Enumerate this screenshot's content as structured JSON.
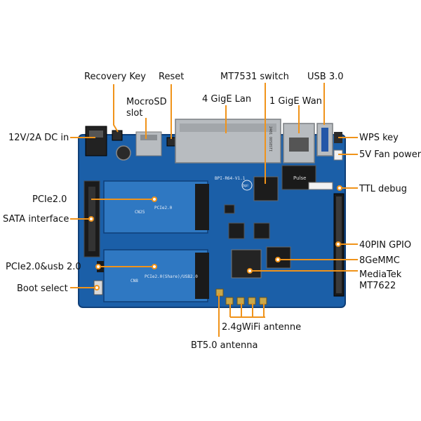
{
  "labels": {
    "recovery_key": "Recovery Key",
    "reset": "Reset",
    "mt7531_switch": "MT7531 switch",
    "usb3": "USB 3.0",
    "microsd_line1": "MocroSD",
    "microsd_line2": "slot",
    "gige_lan": "4 GigE Lan",
    "gige_wan": "1 GigE Wan",
    "dc_in": "12V/2A DC in",
    "wps_key": "WPS key",
    "fan_power": "5V Fan power",
    "ttl_debug": "TTL debug",
    "pcie20": "PCIe2.0",
    "sata": "SATA interface",
    "gpio40": "40PIN GPIO",
    "emmc": "8GeMMC",
    "pcie_usb": "PCIe2.0&usb 2.0",
    "mediatek_line1": "MediaTek",
    "mediatek_line2": "MT7622",
    "boot_select": "Boot select",
    "wifi_antenna": "2.4gWiFi antenne",
    "bt_antenna": "BT5.0 antenna"
  },
  "board_text": {
    "model": "BPI-R64-V1.1",
    "bpi_logo": "bpi",
    "slot_top_name": "CN25",
    "slot_top_spec": "PCIe2.0",
    "slot_bottom_name": "CN8",
    "slot_bottom_spec": "PCIe2.0(Share)/USB2.0",
    "pulse_brand": "Pulse",
    "rj45_code": "2401 OOS8STI"
  },
  "colors": {
    "pcb": "#1b5fa8",
    "pcb_dark": "#0f3f78",
    "pcb_light": "#2f78c2",
    "silk": "#e8eef7",
    "callout": "#f0931a",
    "metal": "#b8bcc0"
  }
}
